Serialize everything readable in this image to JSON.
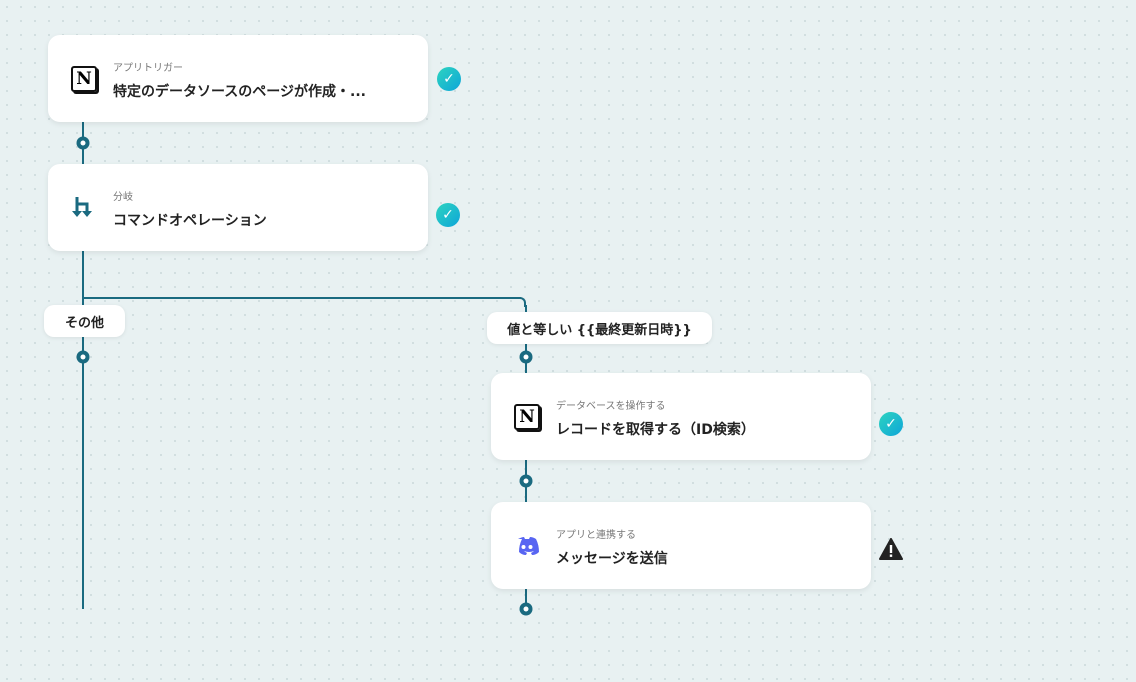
{
  "steps": [
    {
      "sub": "アプリトリガー",
      "title": "特定のデータソースのページが作成・...",
      "icon": "notion-icon",
      "status": "success"
    },
    {
      "sub": "分岐",
      "title": "コマンドオペレーション",
      "icon": "branch-icon",
      "status": "success"
    },
    {
      "sub": "データベースを操作する",
      "title": "レコードを取得する（ID検索）",
      "icon": "notion-icon",
      "status": "success"
    },
    {
      "sub": "アプリと連携する",
      "title": "メッセージを送信",
      "icon": "discord-icon",
      "status": "warning"
    }
  ],
  "branches": {
    "other": "その他",
    "condition": "値と等しい {{最終更新日時}}"
  },
  "notion_letter": "N",
  "colors": {
    "line": "#1a6a80",
    "check": "#14c3d6",
    "discord": "#5865f2"
  }
}
